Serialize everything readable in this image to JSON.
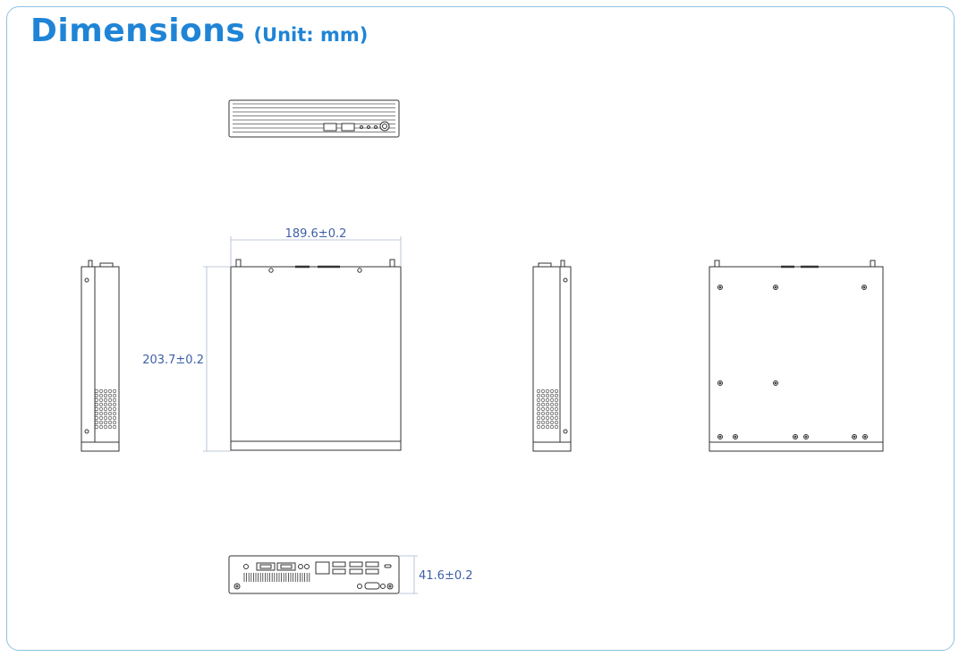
{
  "title": "Dimensions",
  "unit_label": "(Unit: mm)",
  "dimensions": {
    "width": "189.6±0.2",
    "depth": "203.7±0.2",
    "height": "41.6±0.2"
  },
  "colors": {
    "title": "#1f84d6",
    "frame": "#8fc2e4",
    "dimension": "#3f5fa8",
    "line": "#333333"
  }
}
